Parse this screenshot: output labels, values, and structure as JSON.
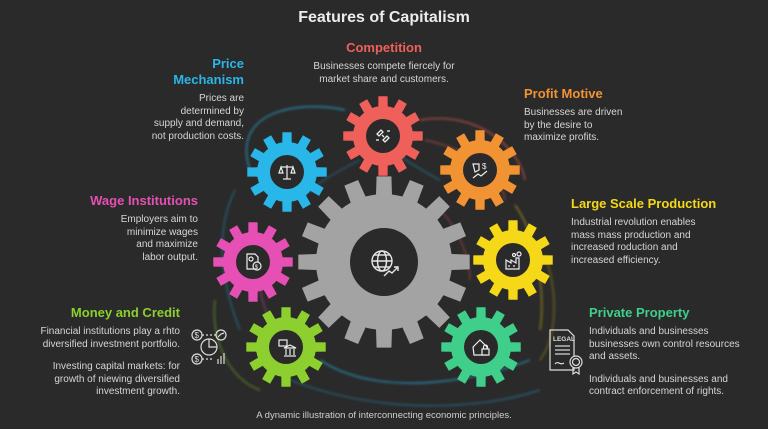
{
  "title": "Features of Capitalism",
  "caption": "A dynamic illustration of interconnecting economic principles.",
  "center": {
    "icon": "globe-growth-icon",
    "color": "#a3a3a3"
  },
  "features": {
    "competition": {
      "heading": "Competition",
      "color": "#f0605a",
      "icon": "broken-chain-icon",
      "text": [
        "Businesses compete fiercely for market share and customers."
      ]
    },
    "price_mechanism": {
      "heading": "Price Mechanism",
      "color": "#29b6e8",
      "icon": "balance-scale-icon",
      "text": [
        "Prices are determined by supply and demand, not production costs."
      ]
    },
    "profit_motive": {
      "heading": "Profit Motive",
      "color": "#f29333",
      "icon": "profit-growth-icon",
      "text": [
        "Businesses are driven by the desire to maximize profits."
      ]
    },
    "large_scale_production": {
      "heading": "Large Scale Production",
      "color": "#f5d818",
      "icon": "factory-icon",
      "text": [
        "Industrial revolution enables mass mass production and increased roduction and increased efficiency."
      ]
    },
    "wage_institutions": {
      "heading": "Wage Institutions",
      "color": "#e64fb4",
      "icon": "payroll-document-icon",
      "text": [
        "Employers aim to minimize wages and maximize labor output."
      ]
    },
    "money_and_credit": {
      "heading": "Money and Credit",
      "color": "#8ccf2e",
      "icon": "bank-money-icon",
      "side_icon": "investment-portfolio-icon",
      "text": [
        "Financial institutions play a rhto diversified investment portfolio.",
        "Investing capital markets: for growth of niewing diversified investment growth."
      ]
    },
    "private_property": {
      "heading": "Private Property",
      "color": "#3fcf8a",
      "icon": "house-lock-icon",
      "side_icon": "legal-document-icon",
      "side_icon_text": "LEGAL",
      "text": [
        "Individuals and businesses businesses own control resources and assets.",
        "Individuals and businesses and contract enforcement of rights."
      ]
    }
  }
}
